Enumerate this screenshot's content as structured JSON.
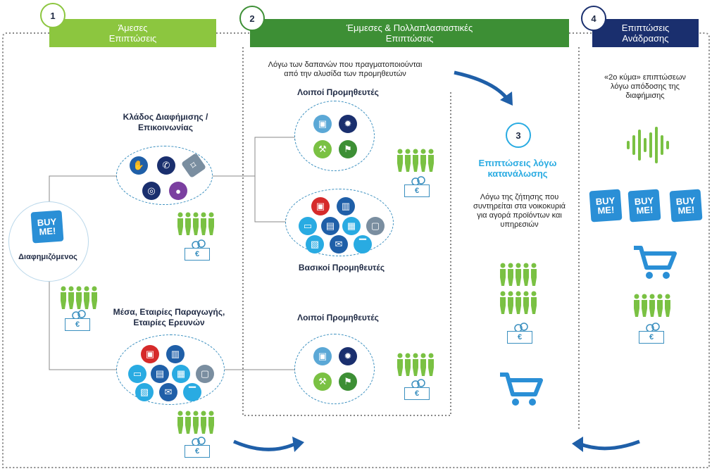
{
  "columns": [
    {
      "number": "1",
      "title": "Άμεσες\nΕπιπτώσεις",
      "color": "#8cc63f",
      "ring": "#8cc63f"
    },
    {
      "number": "2",
      "title": "Έμμεσες & Πολλαπλασιαστικές\nΕπιπτώσεις",
      "color": "#3d8f35",
      "ring": "#3d8f35"
    },
    {
      "number": "3",
      "title": "Επιπτώσεις λόγω\nκατανάλωσης",
      "color": "#29abe2",
      "ring": "#29abe2"
    },
    {
      "number": "4",
      "title": "Επιπτώσεις\nΑνάδρασης",
      "color": "#1a2f6e",
      "ring": "#1a2f6e"
    }
  ],
  "advertiser": {
    "bag_text": "BUY\nME!",
    "label": "Διαφημιζόμενος"
  },
  "col1": {
    "branch_top": "Κλάδος Διαφήμισης /\nΕπικοινωνίας",
    "branch_bottom": "Μέσα, Εταιρίες Παραγωγής,\nΕταιρίες Ερευνών"
  },
  "col2": {
    "note": "Λόγω των δαπανών που πραγματοποιούνται\nαπό την αλυσίδα των προμηθευτών",
    "other_suppliers_top": "Λοιποί Προμηθευτές",
    "main_suppliers": "Βασικοί Προμηθευτές",
    "other_suppliers_bottom": "Λοιποί Προμηθευτές"
  },
  "col3": {
    "note": "Λόγω της ζήτησης που\nσυντηρείται στα νοικοκυριά\nγια αγορά προϊόντων και\nυπηρεσιών"
  },
  "col4": {
    "note": "«2ο κύμα» επιπτώσεων\nλόγω απόδοσης της\nδιαφήμισης",
    "bag_text": "BUY\nME!"
  },
  "euro_symbol": "€",
  "icons": {
    "comm": [
      "handshake-icon",
      "megaphone-icon",
      "tag-icon",
      "target-icon",
      "microphone-icon"
    ],
    "media": [
      "camera-icon",
      "chart-icon",
      "tv-icon",
      "radio-icon",
      "newspaper-icon",
      "monitor-icon",
      "brochure-icon",
      "mail-icon",
      "billboard-icon"
    ],
    "suppliers": [
      "box-icon",
      "gear-icon",
      "forklift-icon",
      "handtruck-icon"
    ]
  }
}
